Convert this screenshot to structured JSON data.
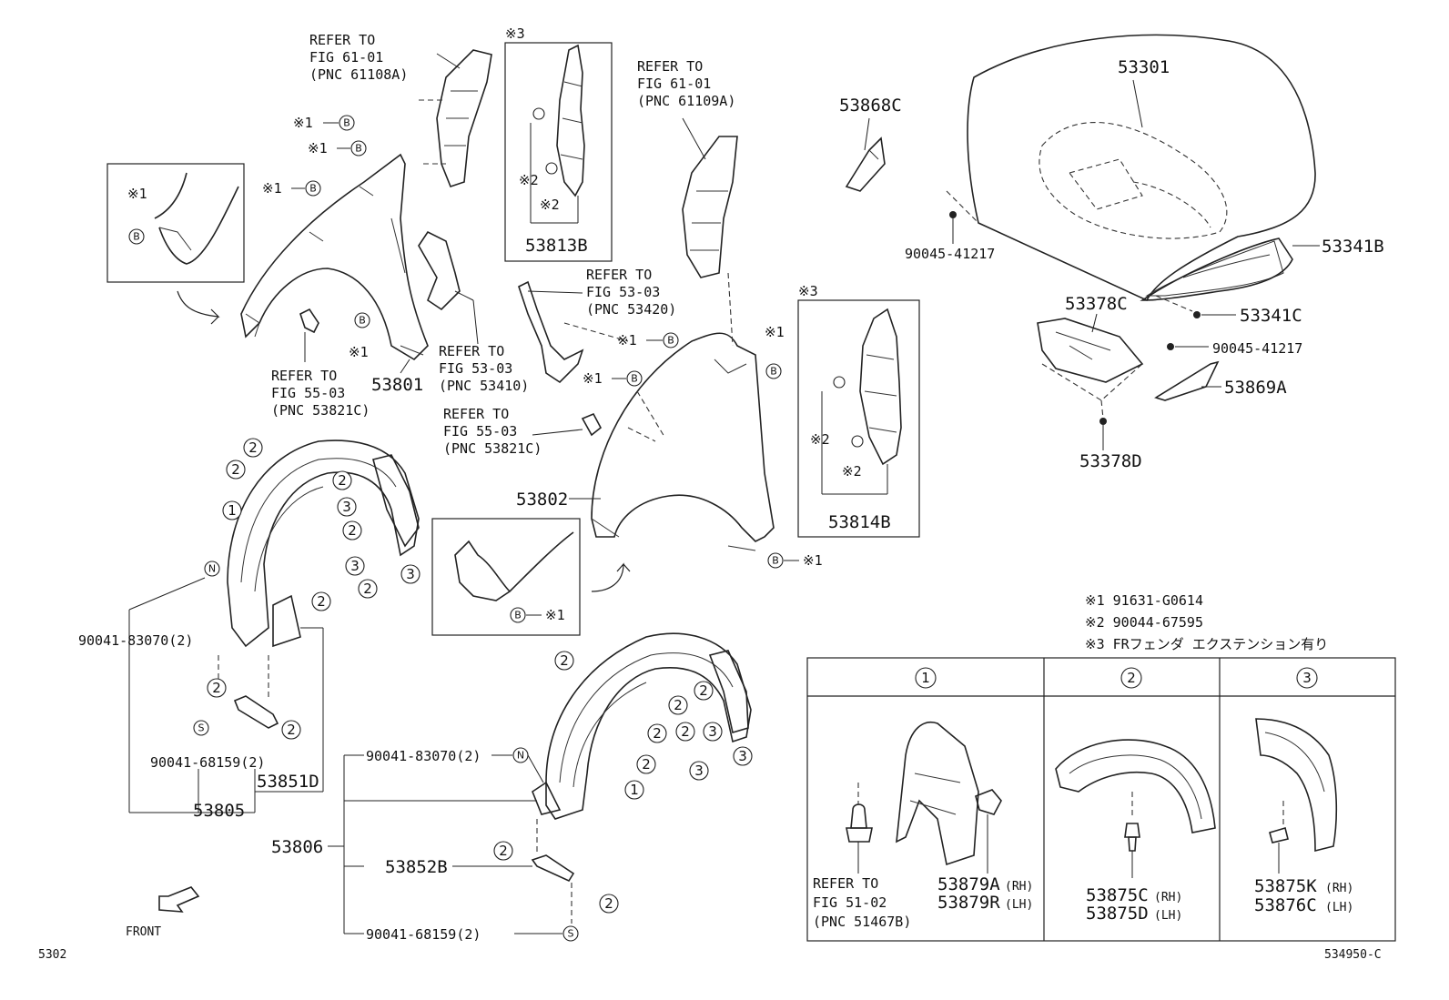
{
  "refs": {
    "r61108": [
      "REFER TO",
      "FIG 61-01",
      "(PNC 61108A)"
    ],
    "r61109": [
      "REFER TO",
      "FIG 61-01",
      "(PNC 61109A)"
    ],
    "r53420": [
      "REFER TO",
      "FIG 53-03",
      "(PNC 53420)"
    ],
    "r53410": [
      "REFER TO",
      "FIG 53-03",
      "(PNC 53410)"
    ],
    "r55a": [
      "REFER TO",
      "FIG 55-03",
      "(PNC 53821C)"
    ],
    "r55b": [
      "REFER TO",
      "FIG 55-03",
      "(PNC 53821C)"
    ],
    "r51": [
      "REFER TO",
      "FIG 51-02",
      "(PNC 51467B)"
    ]
  },
  "parts": {
    "p53301": "53301",
    "p53341B": "53341B",
    "p53341C": "53341C",
    "p9004541217a": "90045-41217",
    "p9004541217b": "90045-41217",
    "p53868C": "53868C",
    "p53869A": "53869A",
    "p53378C": "53378C",
    "p53378D": "53378D",
    "p53813B": "53813B",
    "p53814B": "53814B",
    "p53801": "53801",
    "p53802": "53802",
    "p53805": "53805",
    "p53806": "53806",
    "p53851D": "53851D",
    "p53852B": "53852B",
    "p9004183070a": "90041-83070(2)",
    "p9004183070b": "90041-83070(2)",
    "p9004168159a": "90041-68159(2)",
    "p9004168159b": "90041-68159(2)"
  },
  "marks": {
    "x1": "※1",
    "x2": "※2",
    "x3": "※3",
    "B": "B",
    "N": "N",
    "S": "S",
    "c1": "1",
    "c2": "2",
    "c3": "3"
  },
  "legend": {
    "l1": "※1  91631-G0614",
    "l2": "※2  90044-67595",
    "l3": "※3  FRフェンダ エクステンション有り"
  },
  "detail": {
    "d1_top": "53879A",
    "d1_top_side": "(RH)",
    "d1_bot": "53879R",
    "d1_bot_side": "(LH)",
    "d2_top": "53875C",
    "d2_top_side": "(RH)",
    "d2_bot": "53875D",
    "d2_bot_side": "(LH)",
    "d3_top": "53875K",
    "d3_top_side": "(RH)",
    "d3_bot": "53876C",
    "d3_bot_side": "(LH)"
  },
  "footer": {
    "front": "FRONT",
    "page_code": "5302",
    "fig_code": "534950-C"
  }
}
